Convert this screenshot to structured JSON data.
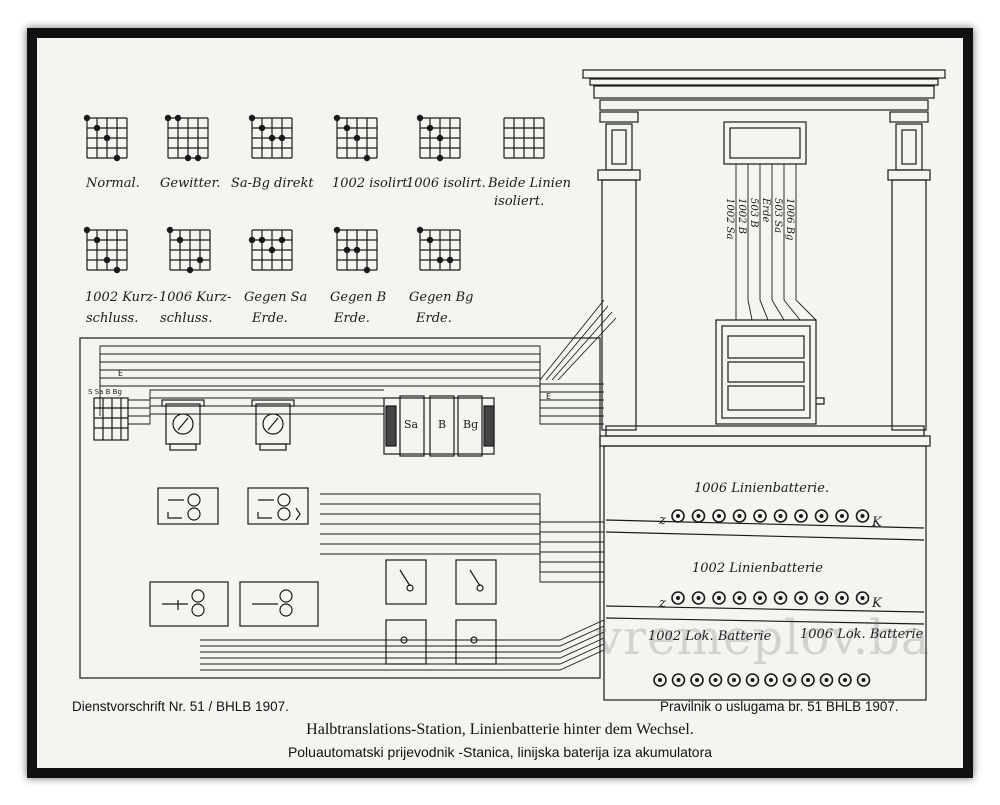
{
  "switch_positions_row1": [
    "Normal.",
    "Gewitter.",
    "Sa-Bg direkt",
    "1002 isolirt.",
    "1006 isolirt.",
    "Beide Linien",
    "isoliert."
  ],
  "switch_positions_row2_top": [
    "1002 Kurz-",
    "1006 Kurz-",
    "Gegen Sa",
    "Gegen B",
    "Gegen Bg"
  ],
  "switch_positions_row2_bottom": [
    "schluss.",
    "schluss.",
    "Erde.",
    "Erde.",
    "Erde."
  ],
  "top_lines": [
    "1002 Sa",
    "1002 B",
    "503 B",
    "Erde",
    "503 Sa",
    "1006 Bg"
  ],
  "switch_letters": [
    "Sa",
    "B",
    "Bg"
  ],
  "batteries": {
    "b1006": "1006 Linienbatterie.",
    "b1002": "1002 Linienbatterie",
    "lok1": "1002 Lok. Batterie",
    "lok2": "1006 Lok. Batterie",
    "z": "z",
    "k": "K",
    "e": "E",
    "mini": "S Sa B Bg"
  },
  "captions": {
    "left": "Dienstvorschrift Nr. 51 / BHLB 1907.",
    "right": "Pravilnik o uslugama br. 51 BHLB 1907."
  },
  "title_de": "Halbtranslations-Station, Linienbatterie hinter dem Wechsel.",
  "title_hr": "Poluautomatski prijevodnik -Stanica, linijska baterija iza akumulatora",
  "watermark": "vremeplov.ba"
}
